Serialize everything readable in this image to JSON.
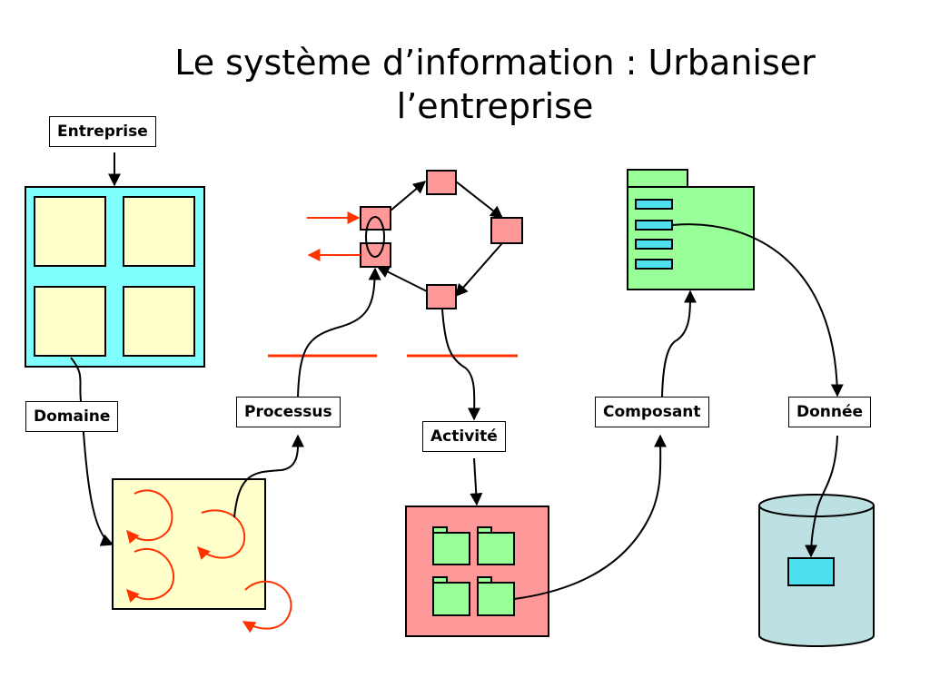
{
  "title": "Le système d’information : Urbaniser l’entreprise",
  "labels": {
    "entreprise": "Entreprise",
    "domaine": "Domaine",
    "processus": "Processus",
    "activite": "Activité",
    "composant": "Composant",
    "donnee": "Donnée"
  },
  "colors": {
    "cyan": "#80ffff",
    "cream": "#ffffcc",
    "pink": "#ff9999",
    "green": "#99ff99",
    "cylinder": "#bde0e3",
    "red": "#ff3300"
  }
}
